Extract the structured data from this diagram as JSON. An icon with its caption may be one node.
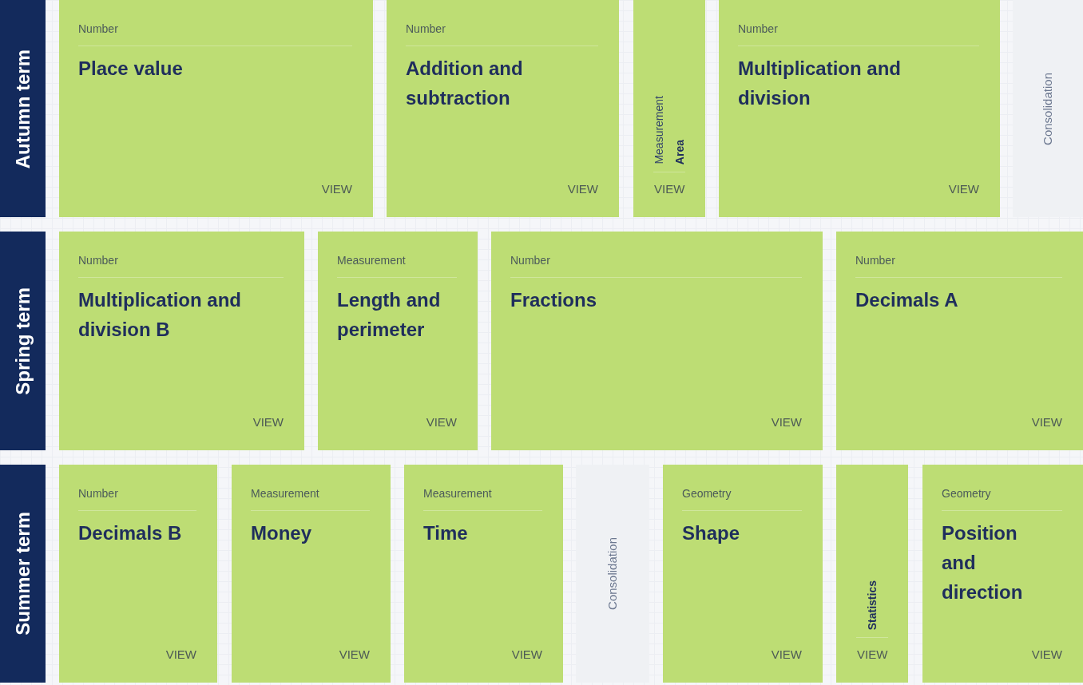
{
  "diagram": {
    "nodes": [
      {
        "text": [
          "Autumn term"
        ]
      },
      {
        "text": [
          "Number",
          "Place value",
          "VIEW"
        ]
      },
      {
        "text": [
          "Number",
          "Addition and subtraction",
          "VIEW"
        ]
      },
      {
        "text": [
          "Measurement",
          "Area",
          "VIEW"
        ]
      },
      {
        "text": [
          "Number",
          "Multiplication and division",
          "VIEW"
        ]
      },
      {
        "text": [
          "Consolidation"
        ]
      },
      {
        "text": [
          "Spring term"
        ]
      },
      {
        "text": [
          "Number",
          "Multiplication and division B",
          "VIEW"
        ]
      },
      {
        "text": [
          "Measurement",
          "Length and perimeter",
          "VIEW"
        ]
      },
      {
        "text": [
          "Number",
          "Fractions",
          "VIEW"
        ]
      },
      {
        "text": [
          "Number",
          "Decimals A",
          "VIEW"
        ]
      },
      {
        "text": [
          "Summer term"
        ]
      },
      {
        "text": [
          "Number",
          "Decimals B",
          "VIEW"
        ]
      },
      {
        "text": [
          "Measurement",
          "Money",
          "VIEW"
        ]
      },
      {
        "text": [
          "Measurement",
          "Time",
          "VIEW"
        ]
      },
      {
        "text": [
          "Consolidation"
        ]
      },
      {
        "text": [
          "Geometry",
          "Shape",
          "VIEW"
        ]
      },
      {
        "text": [
          "Statistics",
          "VIEW"
        ]
      },
      {
        "text": [
          "Geometry",
          "Position and direction",
          "VIEW"
        ]
      }
    ]
  }
}
